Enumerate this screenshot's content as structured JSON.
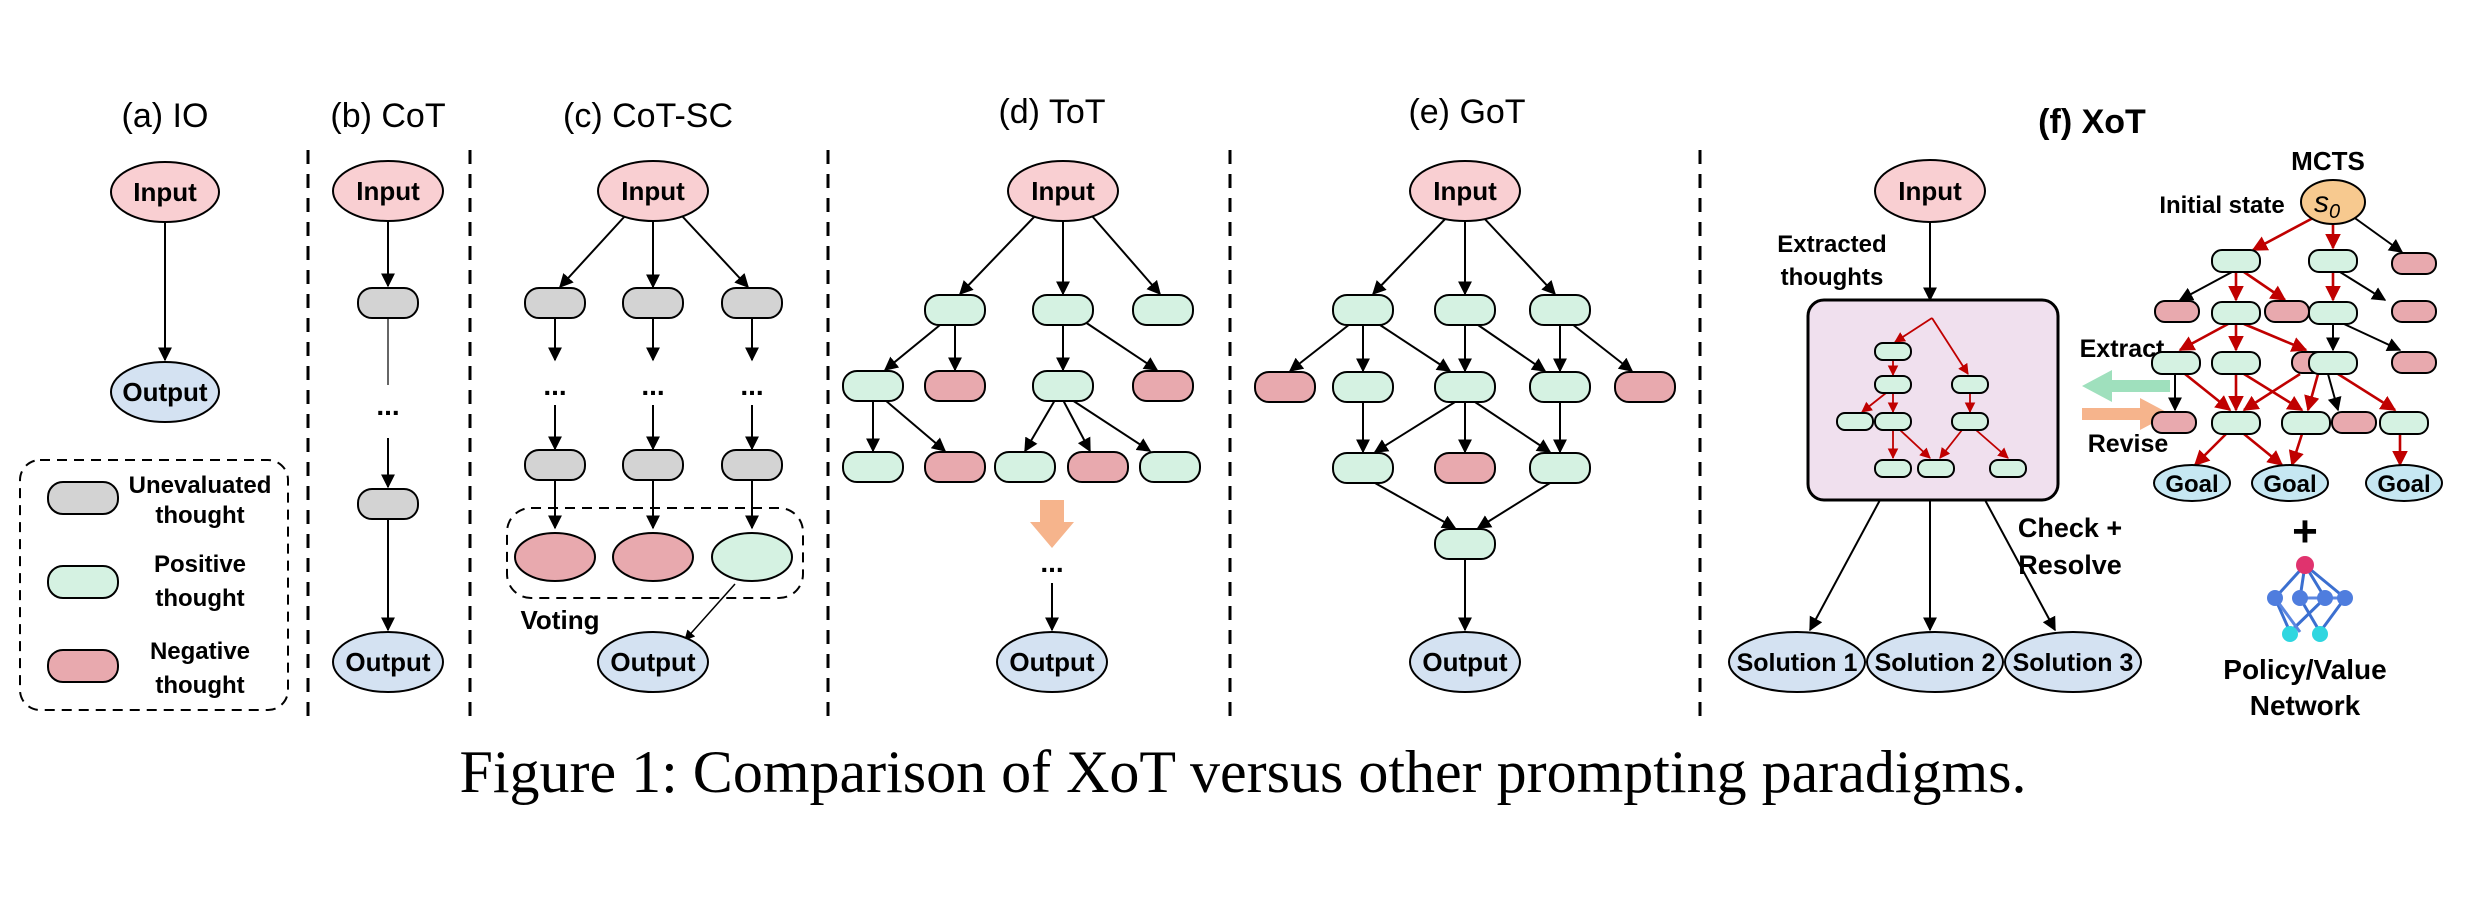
{
  "panels": {
    "io": {
      "title": "(a) IO",
      "input": "Input",
      "output": "Output"
    },
    "cot": {
      "title": "(b) CoT",
      "input": "Input",
      "ellipsis": "...",
      "output": "Output"
    },
    "cot_sc": {
      "title": "(c) CoT-SC",
      "input": "Input",
      "ellipsis": "...",
      "voting": "Voting",
      "output": "Output"
    },
    "tot": {
      "title": "(d) ToT",
      "input": "Input",
      "ellipsis": "...",
      "output": "Output"
    },
    "got": {
      "title": "(e) GoT",
      "input": "Input",
      "output": "Output"
    },
    "xot": {
      "title": "(f) XoT",
      "input": "Input",
      "extracted_thoughts": [
        "Extracted",
        "thoughts"
      ],
      "check_resolve": [
        "Check +",
        "Resolve"
      ],
      "solutions": [
        "Solution 1",
        "Solution 2",
        "Solution 3"
      ],
      "mcts": "MCTS",
      "initial_state": "Initial state",
      "s0": "s",
      "s0_sub": "0",
      "extract": "Extract",
      "revise": "Revise",
      "goal": "Goal",
      "plus": "+",
      "policy_value": [
        "Policy/Value",
        "Network"
      ]
    }
  },
  "legend": {
    "unevaluated": [
      "Unevaluated",
      "thought"
    ],
    "positive": [
      "Positive",
      "thought"
    ],
    "negative": [
      "Negative",
      "thought"
    ]
  },
  "caption": "Figure 1: Comparison of XoT versus other prompting paradigms.",
  "colors": {
    "input": "#f9cfd2",
    "output": "#d4e2f2",
    "unevaluated": "#d3d3d3",
    "positive": "#d5f2e2",
    "negative": "#e8a9ae",
    "xot_box": "#f0e0ee",
    "mcts_red": "#c00000",
    "s0": "#f7c98f",
    "goal": "#c6e7f2",
    "arrow_hint": "#f6b48c",
    "arrow_hint_green": "#9fe0bd"
  }
}
